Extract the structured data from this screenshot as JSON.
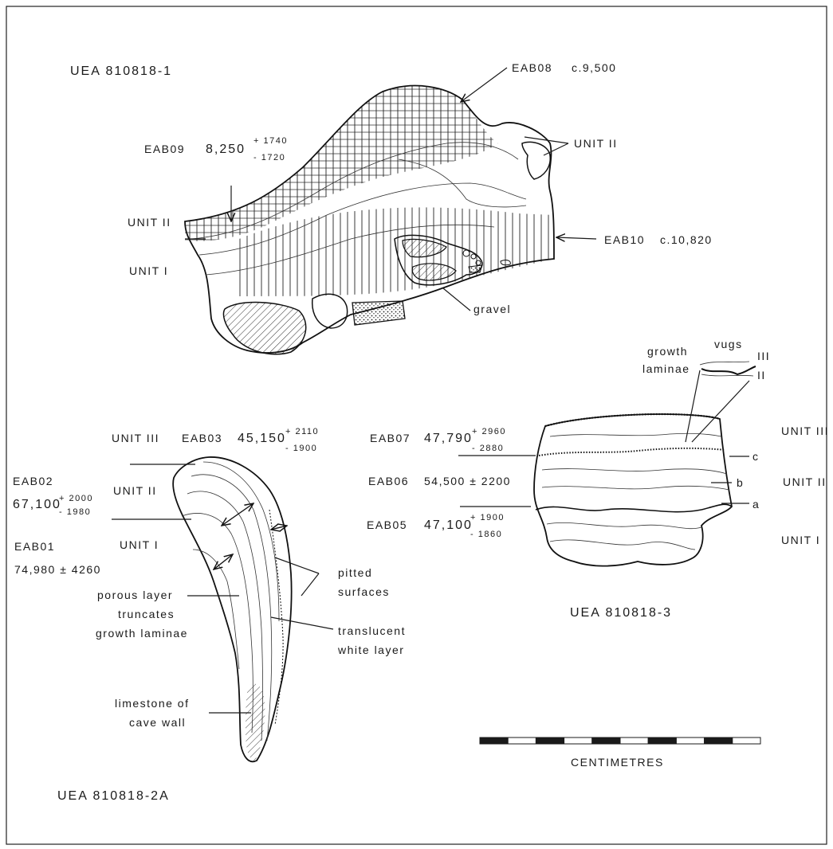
{
  "specimen_1": {
    "title": "UEA 810818-1",
    "eab08_label": "EAB08",
    "eab08_value": "c.9,500",
    "eab09_label": "EAB09",
    "eab09_value": "8,250",
    "eab09_plus": "+ 1740",
    "eab09_minus": "- 1720",
    "unit_ii_right": "UNIT II",
    "unit_ii_left": "UNIT II",
    "unit_i_left": "UNIT I",
    "eab10_label": "EAB10",
    "eab10_value": "c.10,820",
    "gravel": "gravel"
  },
  "specimen_2a": {
    "title": "UEA 810818-2A",
    "unit_iii": "UNIT III",
    "eab03_label": "EAB03",
    "eab03_value": "45,150",
    "eab03_plus": "+ 2110",
    "eab03_minus": "- 1900",
    "eab02_label": "EAB02",
    "eab02_value": "67,100",
    "eab02_plus": "+ 2000",
    "eab02_minus": "- 1980",
    "unit_ii": "UNIT II",
    "eab01_label": "EAB01",
    "eab01_value": "74,980 ± 4260",
    "unit_i": "UNIT I",
    "porous_1": "porous layer",
    "porous_2": "truncates",
    "porous_3": "growth laminae",
    "pitted_1": "pitted",
    "pitted_2": "surfaces",
    "translucent_1": "translucent",
    "translucent_2": "white layer",
    "limestone_1": "limestone of",
    "limestone_2": "cave wall"
  },
  "specimen_3": {
    "title": "UEA 810818-3",
    "growth_1": "growth",
    "growth_2": "laminae",
    "vugs": "vugs",
    "roman_iii": "III",
    "roman_ii": "II",
    "eab07_label": "EAB07",
    "eab07_value": "47,790",
    "eab07_plus": "+ 2960",
    "eab07_minus": "- 2880",
    "eab06_label": "EAB06",
    "eab06_value": "54,500 ± 2200",
    "eab05_label": "EAB05",
    "eab05_value": "47,100",
    "eab05_plus": "+ 1900",
    "eab05_minus": "- 1860",
    "unit_iii": "UNIT III",
    "unit_ii": "UNIT II",
    "unit_i": "UNIT I",
    "letter_c": "c",
    "letter_b": "b",
    "letter_a": "a"
  },
  "scale": {
    "label": "CENTIMETRES",
    "segments": 10
  }
}
